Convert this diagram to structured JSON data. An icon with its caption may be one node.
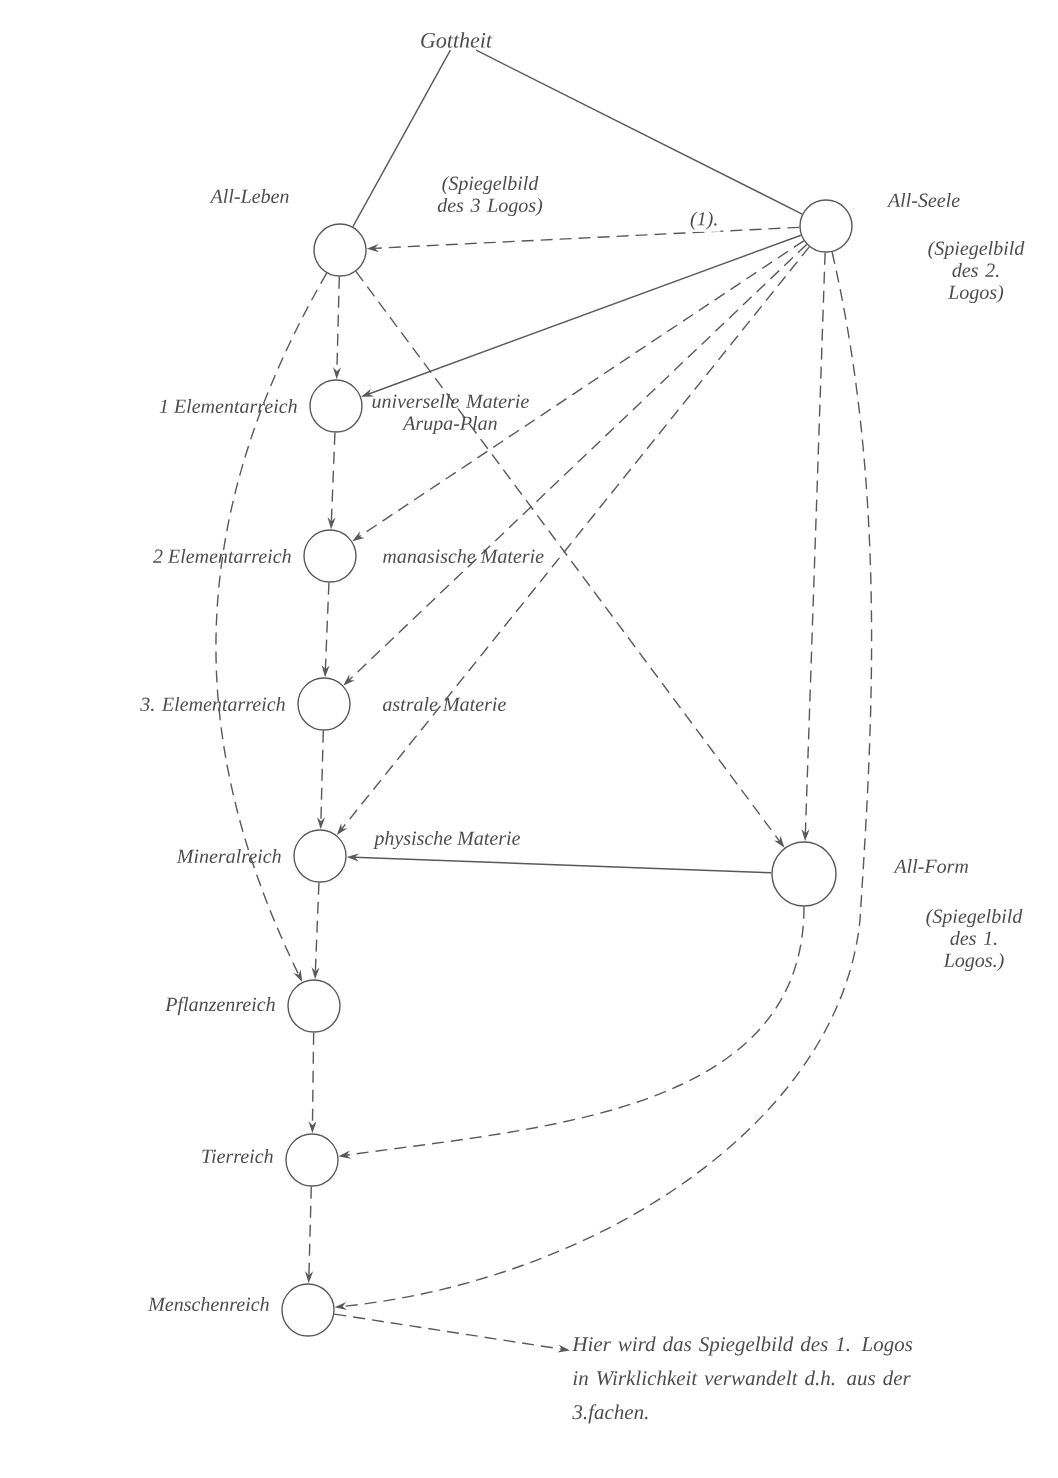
{
  "diagram": {
    "nodes": [
      {
        "text": [
          "Gottheit"
        ]
      },
      {
        "text": [],
        "shape": "circle",
        "beside": [
          "All-Leben",
          "(Spiegelbild des 3 Logos)"
        ]
      },
      {
        "text": [],
        "shape": "circle",
        "beside": [
          "All-Seele",
          "(Spiegelbild des 2. Logos)"
        ]
      },
      {
        "text": [],
        "shape": "circle",
        "beside": [
          "1 Elementarreich",
          "universelle Materie Arupa-Plan"
        ]
      },
      {
        "text": [],
        "shape": "circle",
        "beside": [
          "2 Elementarreich",
          "manasische Materie"
        ]
      },
      {
        "text": [],
        "shape": "circle",
        "beside": [
          "3. Elementarreich",
          "astrale Materie"
        ]
      },
      {
        "text": [],
        "shape": "circle",
        "beside": [
          "Mineralreich",
          "physische Materie"
        ]
      },
      {
        "text": [],
        "shape": "circle",
        "beside": [
          "All-Form",
          "(Spiegelbild des 1. Logos.)"
        ]
      },
      {
        "text": [],
        "shape": "circle",
        "beside": [
          "Pflanzenreich"
        ]
      },
      {
        "text": [],
        "shape": "circle",
        "beside": [
          "Tierreich"
        ]
      },
      {
        "text": [],
        "shape": "circle",
        "beside": [
          "Menschenreich"
        ]
      },
      {
        "text": [
          "Hier wird das Spiegelbild des 1. Logos in Wirklichkeit verwandelt d.h. aus der 3.fachen."
        ]
      }
    ],
    "edges": [
      {
        "from": 0,
        "to": 1,
        "arrow": "none"
      },
      {
        "from": 0,
        "to": 2,
        "arrow": "none"
      },
      {
        "from": 2,
        "to": 1,
        "arrow": "to",
        "style": "dashed",
        "label": "(1)."
      },
      {
        "from": 2,
        "to": 3,
        "arrow": "to"
      },
      {
        "from": 2,
        "to": 4,
        "arrow": "to",
        "style": "dashed"
      },
      {
        "from": 2,
        "to": 5,
        "arrow": "to",
        "style": "dashed"
      },
      {
        "from": 2,
        "to": 6,
        "arrow": "to",
        "style": "dashed"
      },
      {
        "from": 2,
        "to": 7,
        "arrow": "to",
        "style": "dashed"
      },
      {
        "from": 2,
        "to": 10,
        "arrow": "to",
        "style": "dashed"
      },
      {
        "from": 1,
        "to": 3,
        "arrow": "to",
        "style": "dashed"
      },
      {
        "from": 3,
        "to": 4,
        "arrow": "to",
        "style": "dashed"
      },
      {
        "from": 4,
        "to": 5,
        "arrow": "to",
        "style": "dashed"
      },
      {
        "from": 5,
        "to": 6,
        "arrow": "to",
        "style": "dashed"
      },
      {
        "from": 6,
        "to": 8,
        "arrow": "to",
        "style": "dashed"
      },
      {
        "from": 8,
        "to": 9,
        "arrow": "to",
        "style": "dashed"
      },
      {
        "from": 9,
        "to": 10,
        "arrow": "to",
        "style": "dashed"
      },
      {
        "from": 1,
        "to": 8,
        "arrow": "to",
        "style": "dashed"
      },
      {
        "from": 1,
        "to": 7,
        "arrow": "to",
        "style": "dashed"
      },
      {
        "from": 7,
        "to": 6,
        "arrow": "to"
      },
      {
        "from": 7,
        "to": 9,
        "arrow": "to",
        "style": "dashed"
      },
      {
        "from": 10,
        "to": 11,
        "arrow": "to",
        "style": "dashed"
      }
    ]
  }
}
